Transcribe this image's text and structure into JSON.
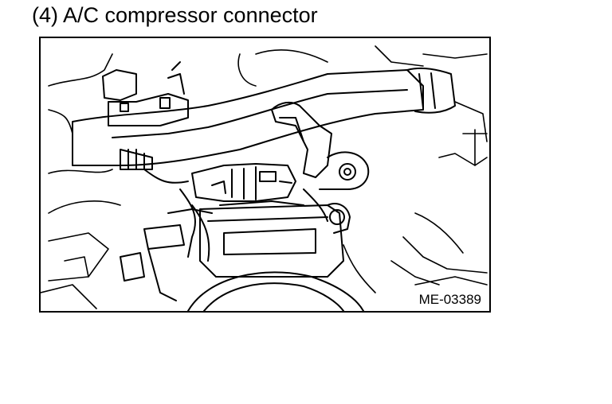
{
  "caption": "(4) A/C compressor connector",
  "figure": {
    "id": "ME-03389",
    "subject": "A/C compressor connector line drawing"
  },
  "colors": {
    "ink": "#000000",
    "paper": "#ffffff"
  }
}
